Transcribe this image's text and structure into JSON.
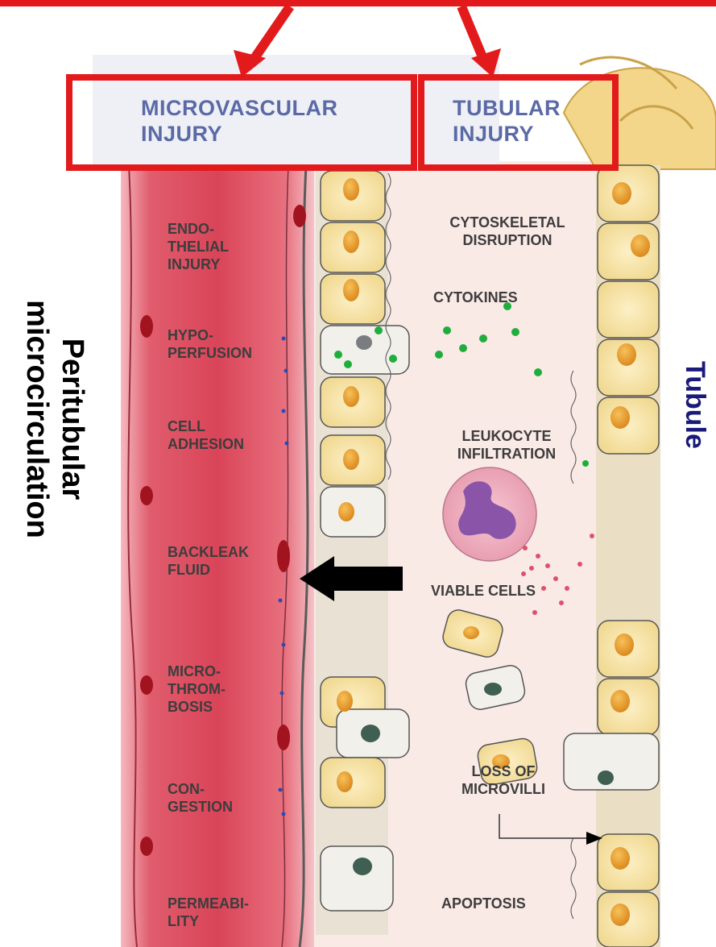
{
  "header": {
    "microvascular": "MICROVASCULAR\nINJURY",
    "tubular": "TUBULAR\nINJURY"
  },
  "side": {
    "left": "Peritubular\nmicrocirculation",
    "right": "Tubule"
  },
  "labels": {
    "endothelial": "ENDO-\nTHELIAL\nINJURY",
    "hypoperfusion": "HYPO-\nPERFUSION",
    "cell_adhesion": "CELL\nADHESION",
    "backleak": "BACKLEAK\nFLUID",
    "microthrombosis": "MICRO-\nTHROM-\nBOSIS",
    "congestion": "CON-\nGESTION",
    "permeability": "PERMEABI-\nLITY",
    "cytoskeletal": "CYTOSKELETAL\nDISRUPTION",
    "cytokines": "CYTOKINES",
    "leukocyte": "LEUKOCYTE\nINFILTRATION",
    "viable": "VIABLE CELLS",
    "microvilli": "LOSS OF\nMICROVILLI",
    "apoptosis": "APOPTOSIS"
  },
  "colors": {
    "highlight_box": "#e31a1c",
    "vessel": "#d9475a",
    "header_text": "#5b6aa6",
    "tubule_text": "#1a1a7a"
  }
}
